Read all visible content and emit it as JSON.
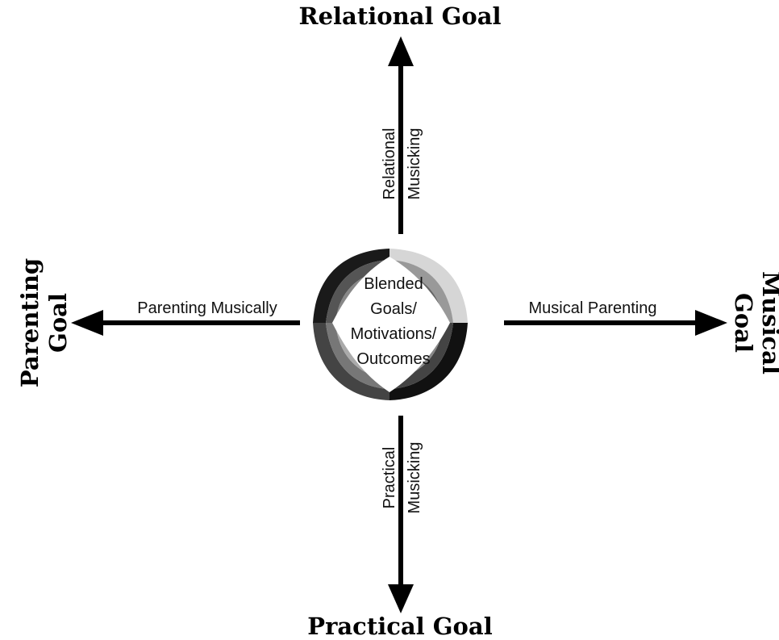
{
  "goals": {
    "top": "Relational Goal",
    "bottom": "Practical Goal",
    "left_line1": "Parenting",
    "left_line2": "Goal",
    "right_line1": "Musical",
    "right_line2": "Goal"
  },
  "arrows": {
    "up_line1": "Relational",
    "up_line2": "Musicking",
    "down_line1": "Practical",
    "down_line2": "Musicking",
    "left": "Parenting Musically",
    "right": "Musical Parenting"
  },
  "center": {
    "line1": "Blended",
    "line2": "Goals/",
    "line3": "Motivations/",
    "line4": "Outcomes"
  },
  "colors": {
    "stroke": "#000000",
    "background": "#ffffff"
  }
}
